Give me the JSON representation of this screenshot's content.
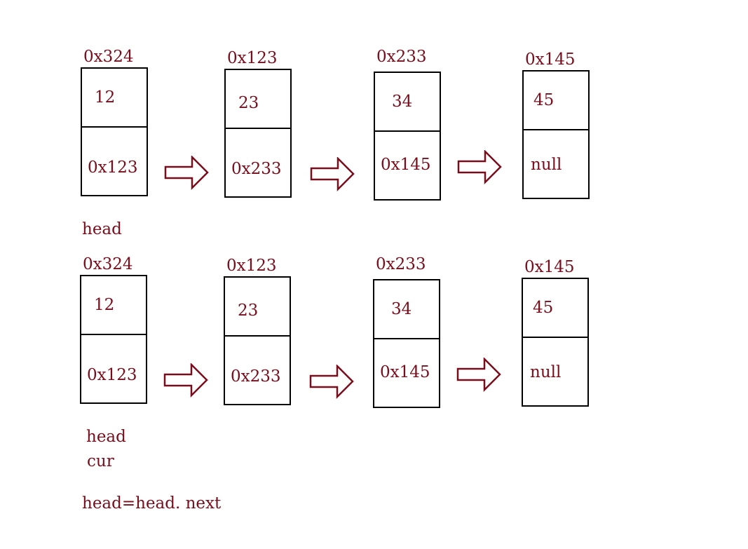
{
  "rows": [
    {
      "nodes": [
        {
          "address": "0x324",
          "value": "12",
          "next": "0x123"
        },
        {
          "address": "0x123",
          "value": "23",
          "next": "0x233"
        },
        {
          "address": "0x233",
          "value": "34",
          "next": "0x145"
        },
        {
          "address": "0x145",
          "value": "45",
          "next": "null"
        }
      ],
      "labels": [
        "head"
      ]
    },
    {
      "nodes": [
        {
          "address": "0x324",
          "value": "12",
          "next": "0x123"
        },
        {
          "address": "0x123",
          "value": "23",
          "next": "0x233"
        },
        {
          "address": "0x233",
          "value": "34",
          "next": "0x145"
        },
        {
          "address": "0x145",
          "value": "45",
          "next": "null"
        }
      ],
      "labels": [
        "head",
        "cur"
      ]
    }
  ],
  "caption": "head=head. next",
  "colors": {
    "text": "#7a0d1c",
    "arrow": "#7a0d1c",
    "border": "#000000"
  }
}
